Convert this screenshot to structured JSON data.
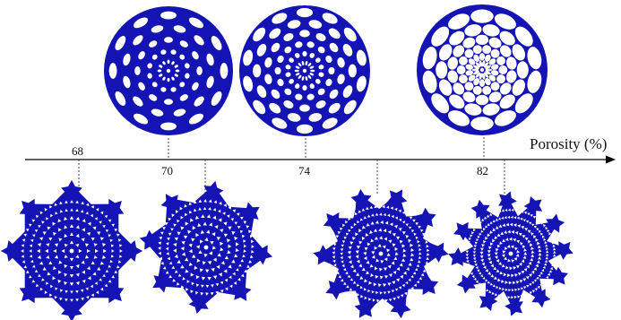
{
  "axis": {
    "title": "Porosity (%)",
    "color": "#000000"
  },
  "colors": {
    "shape_fill": "#1414b4",
    "hole_fill": "#ffffff",
    "leader_line": "#333333"
  },
  "top_designs": [
    {
      "porosity_label": "70",
      "description_icon": "disk-with-elliptical-holes-icon"
    },
    {
      "porosity_label": "74",
      "description_icon": "disk-with-elliptical-holes-icon"
    },
    {
      "porosity_label": "82",
      "description_icon": "disk-with-elliptical-holes-icon"
    }
  ],
  "bottom_designs": [
    {
      "porosity_label": "68",
      "description_icon": "star-lattice-icon"
    },
    {
      "porosity_label": "",
      "description_icon": "star-lattice-icon"
    },
    {
      "porosity_label": "",
      "description_icon": "star-lattice-icon"
    },
    {
      "porosity_label": "",
      "description_icon": "star-lattice-icon"
    }
  ]
}
